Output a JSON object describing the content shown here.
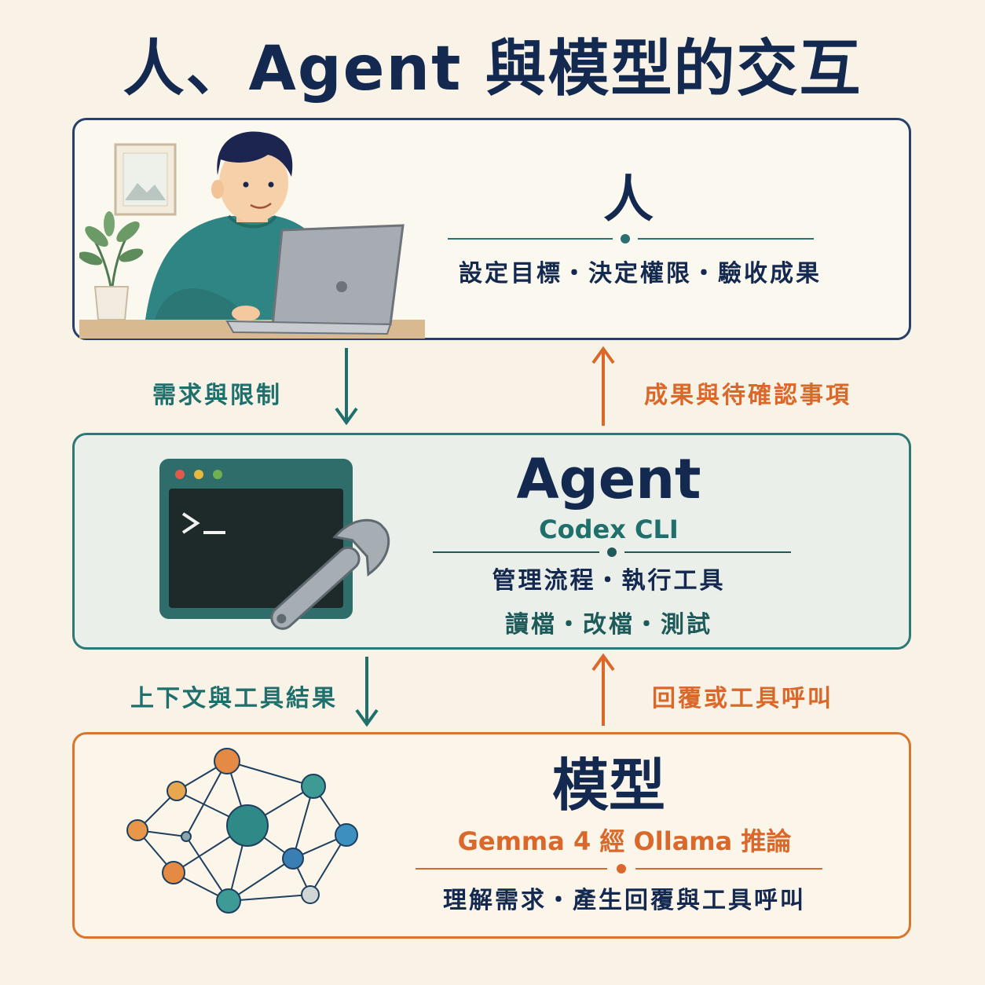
{
  "title": "人、Agent 與模型的交互",
  "colors": {
    "navy": "#14294f",
    "teal": "#2e7875",
    "orange": "#d9752e",
    "background": "#f8f3e6"
  },
  "human": {
    "heading": "人",
    "description": "設定目標・決定權限・驗收成果",
    "illustration": "person-with-laptop"
  },
  "agent": {
    "heading": "Agent",
    "subheading": "Codex CLI",
    "description_1": "管理流程・執行工具",
    "description_2": "讀檔・改檔・測試",
    "illustration": "terminal-window-with-wrench"
  },
  "model": {
    "heading": "模型",
    "subheading": "Gemma 4 經 Ollama 推論",
    "description": "理解需求・產生回覆與工具呼叫",
    "illustration": "neural-network"
  },
  "flows": {
    "human_to_agent": "需求與限制",
    "agent_to_human": "成果與待確認事項",
    "agent_to_model": "上下文與工具結果",
    "model_to_agent": "回覆或工具呼叫"
  }
}
